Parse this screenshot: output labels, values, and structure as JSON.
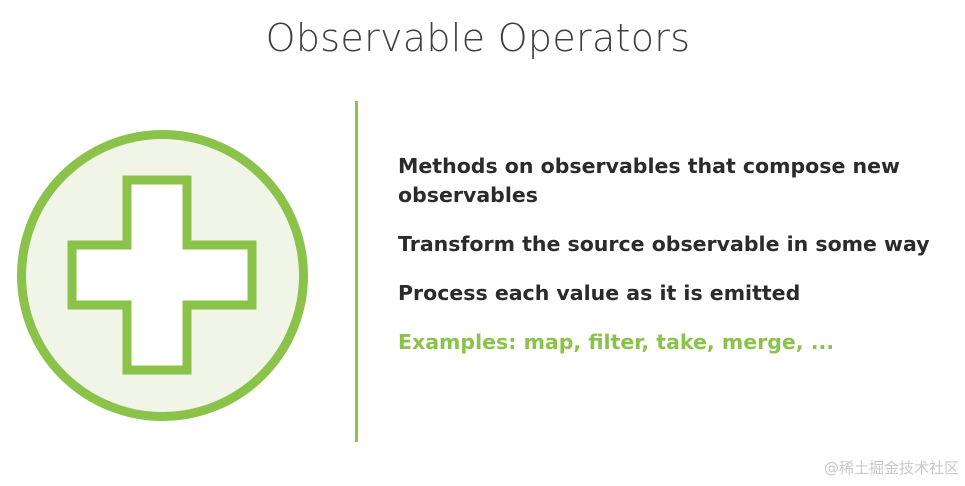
{
  "slide": {
    "title": "Observable Operators",
    "bullets": [
      "Methods on observables that compose new observables",
      "Transform the source observable in some way",
      "Process each value as it is emitted"
    ],
    "examples": "Examples: map, filter, take, merge, ..."
  },
  "icon": {
    "name": "plus-icon",
    "stroke_color": "#8bc34a",
    "fill_color": "#f0f5e8"
  },
  "watermark": "@稀土掘金技术社区",
  "colors": {
    "accent": "#8bc34a",
    "text": "#2b2b2b",
    "title": "#3f3f3f"
  }
}
